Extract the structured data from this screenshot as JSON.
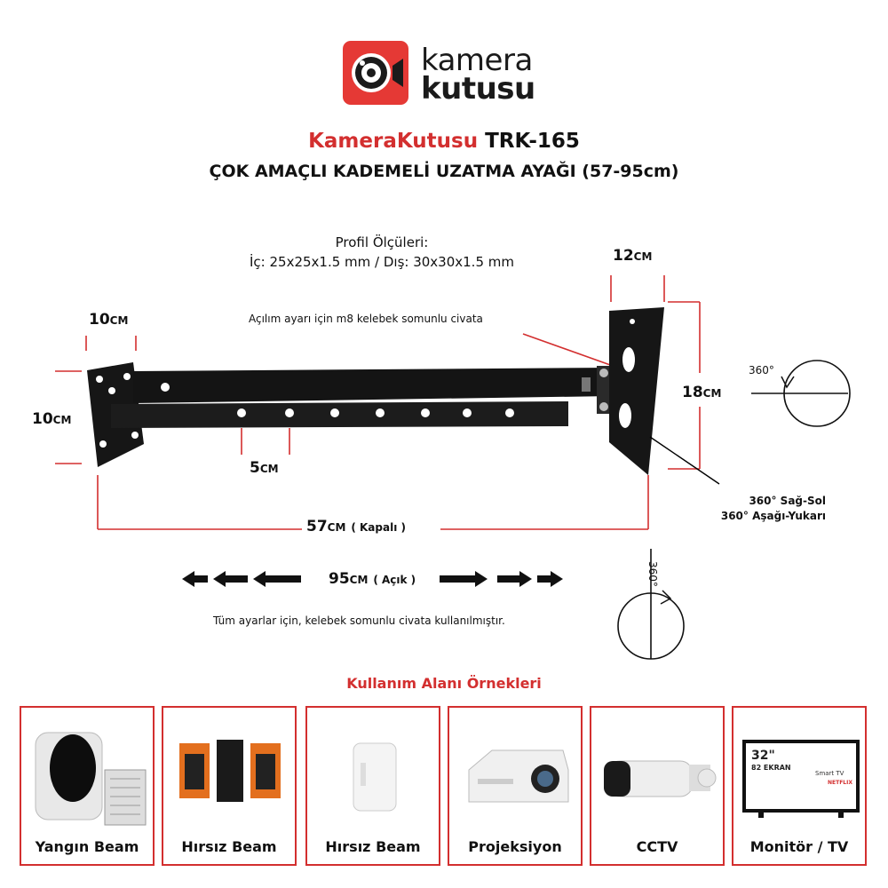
{
  "logo": {
    "line1": "kamera",
    "line2": "kutusu"
  },
  "title": {
    "brand": "KameraKutusu",
    "model": "TRK-165",
    "subtitle": "ÇOK AMAÇLI KADEMELİ UZATMA AYAĞI (57-95cm)"
  },
  "profile": {
    "heading": "Profil Ölçüleri:",
    "dims": "İç: 25x25x1.5 mm / Dış: 30x30x1.5 mm"
  },
  "annotations": {
    "bolt_note": "Açılım ayarı için m8 kelebek somunlu civata",
    "dim_left_top": "10",
    "dim_left_side": "10",
    "dim_hole": "5",
    "dim_right_top": "12",
    "dim_right_side": "18",
    "unit": "CM",
    "rotation_deg": "360°",
    "rotation_note1": "360° Sağ-Sol",
    "rotation_note2": "360° Aşağı-Yukarı",
    "closed_len": "57",
    "closed_label": "( Kapalı )",
    "open_len": "95",
    "open_label": "( Açık )",
    "footer_note": "Tüm ayarlar için, kelebek somunlu civata kullanılmıştır."
  },
  "usage": {
    "heading": "Kullanım Alanı Örnekleri",
    "items": [
      {
        "label": "Yangın Beam",
        "icon": "fire-beam-detector"
      },
      {
        "label": "Hırsız Beam",
        "icon": "photoelectric-beam-sensor"
      },
      {
        "label": "Hırsız Beam",
        "icon": "wireless-motion-sensor"
      },
      {
        "label": "Projeksiyon",
        "icon": "projector"
      },
      {
        "label": "CCTV",
        "icon": "bullet-camera"
      },
      {
        "label": "Monitör / TV",
        "icon": "smart-tv"
      }
    ],
    "tv_screen": {
      "size": "32\"",
      "text": "82 EKRAN",
      "brand": "Smart TV",
      "app": "NETFLIX"
    }
  },
  "colors": {
    "accent": "#d32f2f",
    "metal": "#161616"
  }
}
